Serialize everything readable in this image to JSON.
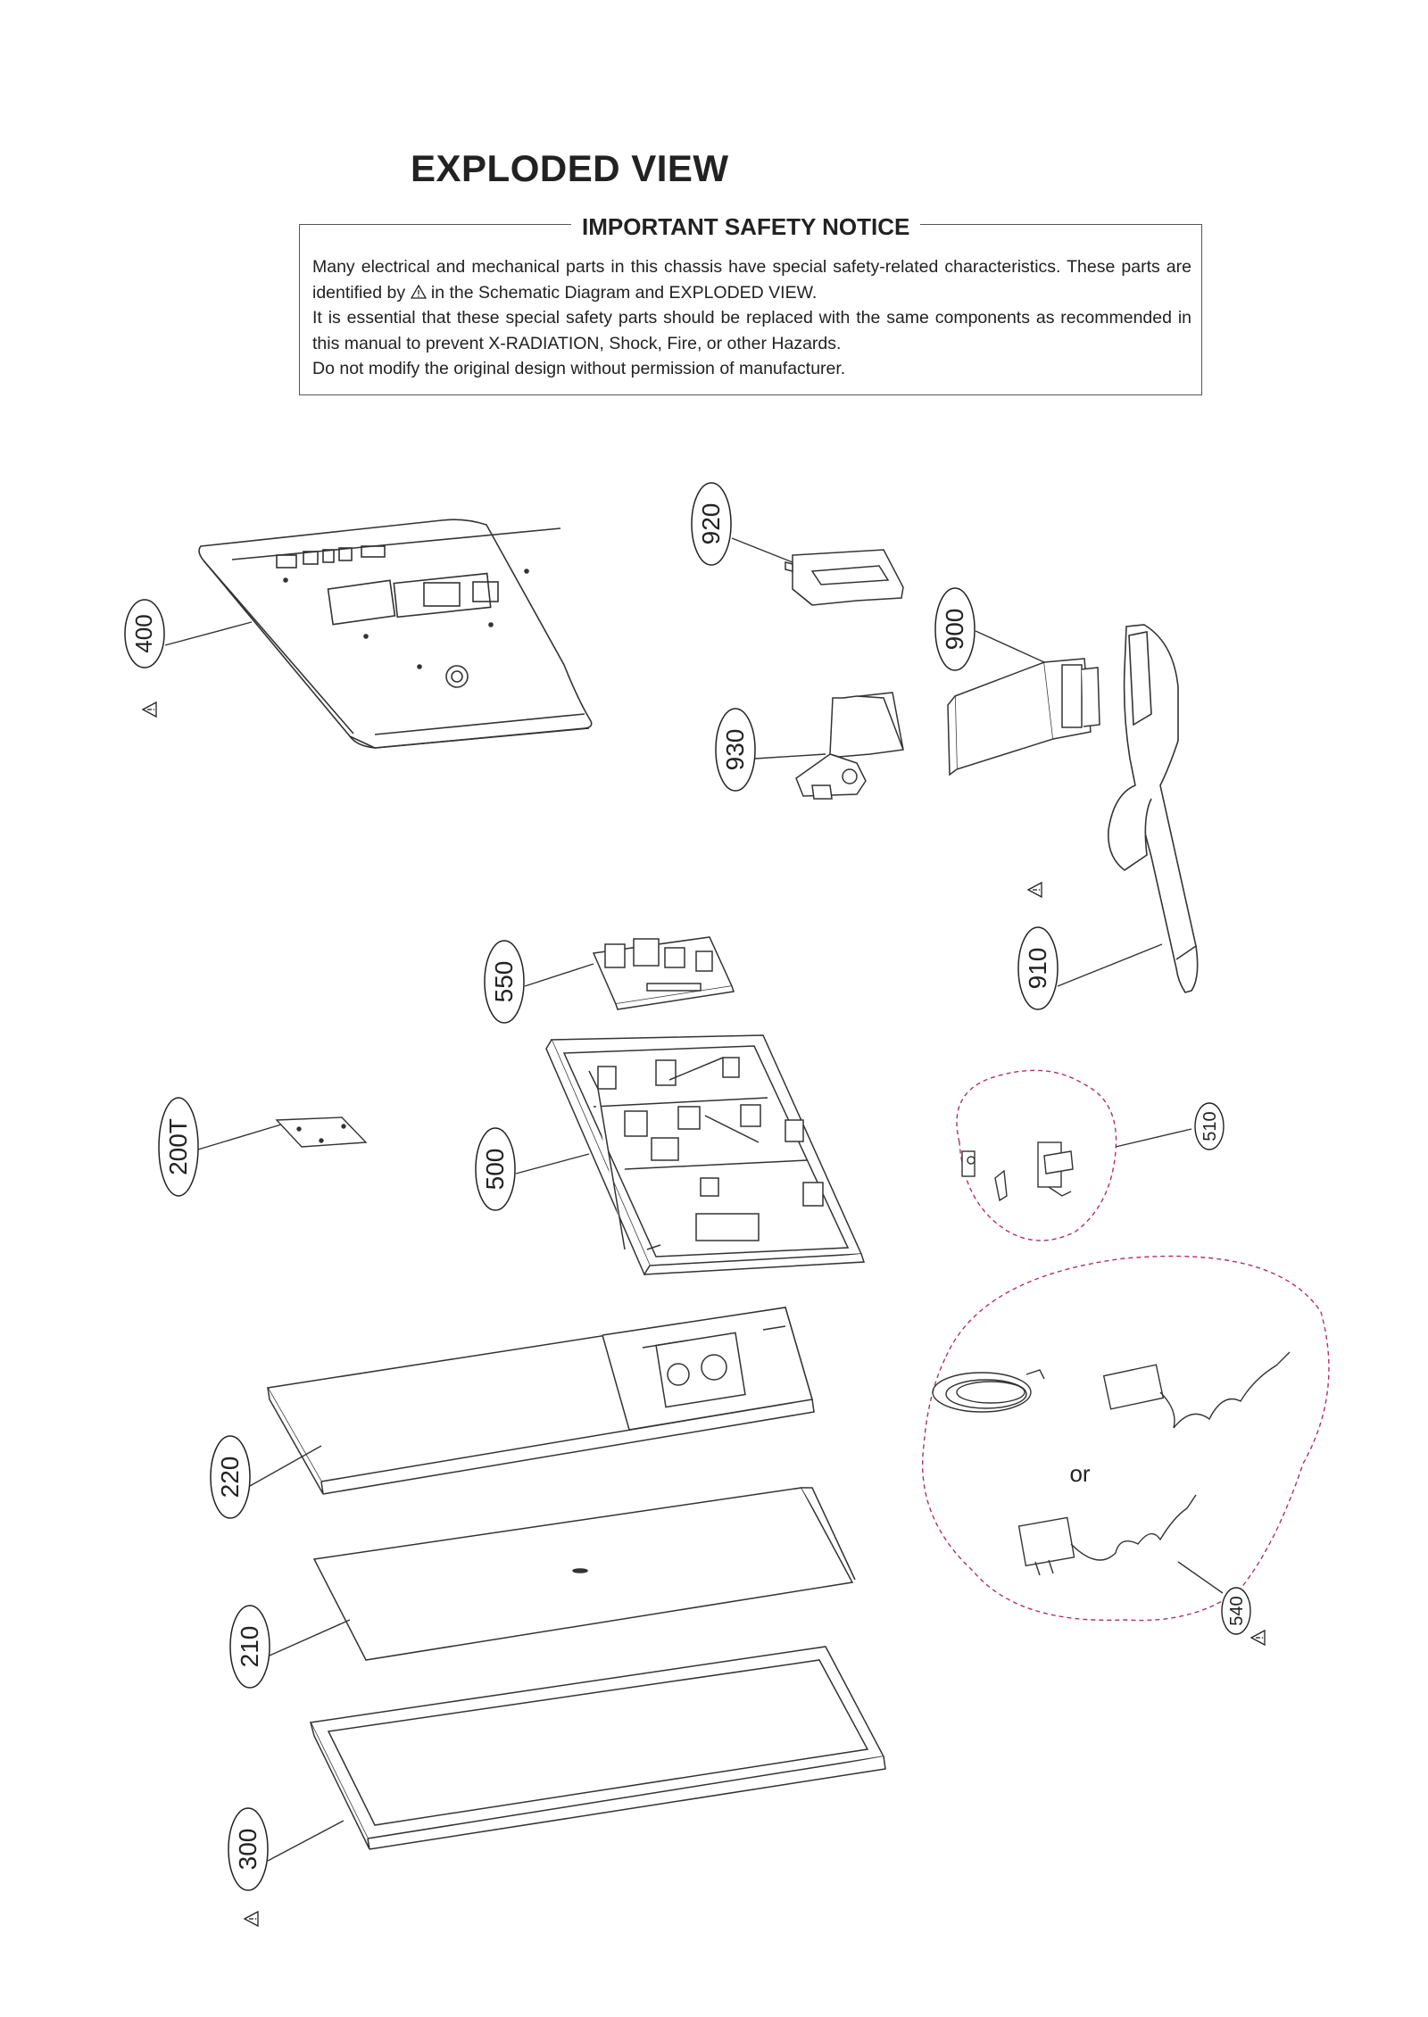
{
  "title": "EXPLODED VIEW",
  "notice": {
    "heading": "IMPORTANT SAFETY NOTICE",
    "line1_a": "Many electrical and mechanical parts in this chassis have special safety-related characteristics. These parts are identified by",
    "line1_b": "in the Schematic Diagram and EXPLODED VIEW.",
    "line2": "It is essential that these special safety parts should be replaced with the same components as recommended in this manual to prevent X-RADIATION, Shock, Fire, or other Hazards.",
    "line3": "Do not modify the original design without permission of manufacturer."
  },
  "parts": {
    "p400": "400",
    "p920": "920",
    "p900": "900",
    "p930": "930",
    "p910": "910",
    "p550": "550",
    "p200T": "200T",
    "p500": "500",
    "p510": "510",
    "p220": "220",
    "p210": "210",
    "p300": "300",
    "p540": "540"
  },
  "alternative_label": "or",
  "icons": {
    "safety_mark": "warning-triangle-icon"
  },
  "colors": {
    "line": "#333333",
    "group_outline": "#b0306e"
  }
}
